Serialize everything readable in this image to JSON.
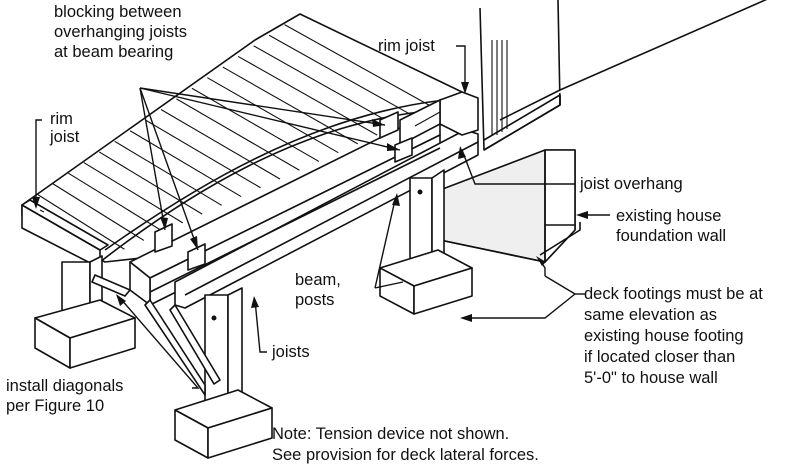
{
  "labels": {
    "blocking": "blocking between\noverhanging joists\nat beam bearing",
    "rim_joist_top": "rim joist",
    "rim_joist_left": "rim\njoist",
    "joist_overhang": "joist overhang",
    "existing_wall": "existing house\nfoundation wall",
    "beam_posts": "beam,\nposts",
    "joists": "joists",
    "footings": "deck footings must be at\nsame elevation as\nexisting house footing\nif located closer than\n5'-0\" to house wall",
    "diagonals": "install diagonals\nper Figure 10",
    "note": "Note: Tension device not shown.\nSee provision for deck lateral forces."
  }
}
